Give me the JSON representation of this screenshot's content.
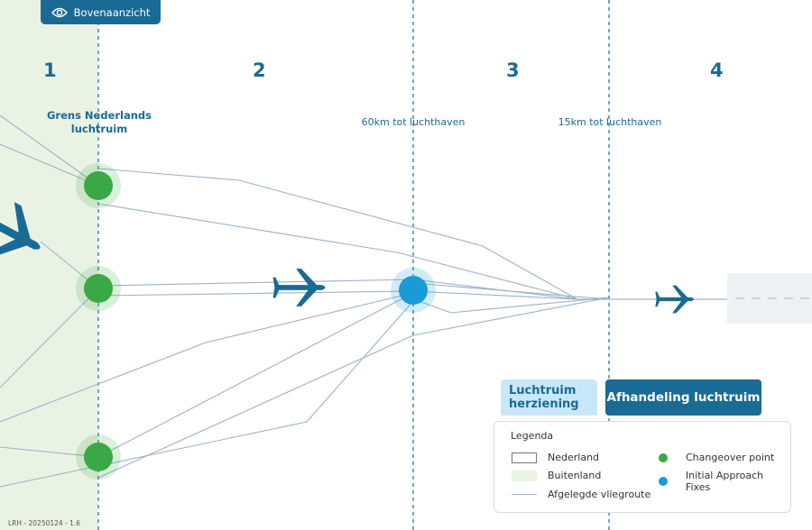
{
  "view_button": {
    "label": "Bovenaanzicht",
    "icon": "eye-icon"
  },
  "zones": [
    "1",
    "2",
    "3",
    "4"
  ],
  "boundary_labels": {
    "border_line1": "Grens Nederlands",
    "border_line2": "luchtruim",
    "km60": "60km tot luchthaven",
    "km15": "15km tot luchthaven"
  },
  "tabs": {
    "revision_line1": "Luchtruim",
    "revision_line2": "herziening",
    "handling": "Afhandeling luchtruim"
  },
  "legend": {
    "title": "Legenda",
    "items": {
      "nederland": "Nederland",
      "buitenland": "Buitenland",
      "route": "Afgelegde vliegroute",
      "changeover": "Changeover point",
      "iaf": "Initial Approach Fixes"
    }
  },
  "footer": "LRH - 20250124 - 1.6",
  "colors": {
    "primary": "#1a6a96",
    "changeover": "#3aa845",
    "iaf": "#1a9ad6",
    "foreign_airspace": "#eaf3e3",
    "route_line": "#9fb1c6",
    "tab_light": "#c8e8f8"
  }
}
